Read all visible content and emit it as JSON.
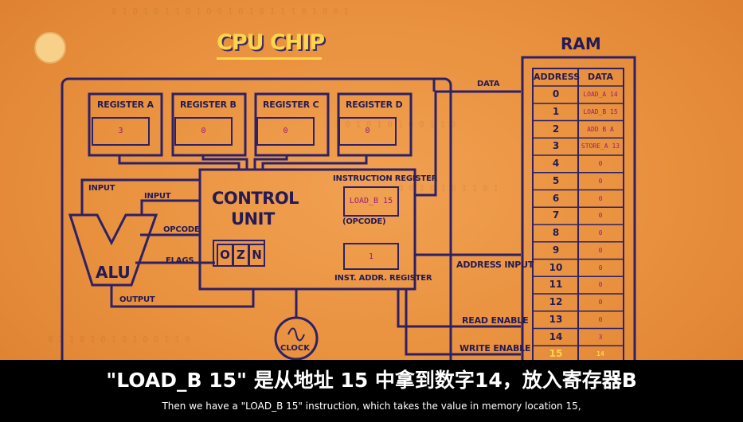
{
  "colors": {
    "background": "#e8903d",
    "wire": "#2c2067",
    "label": "#241a55",
    "value": "#a0187c",
    "highlight": "#ffd54a"
  },
  "logo": {
    "icon": "pbs-digital-logo-icon"
  },
  "title": "CPU CHIP",
  "ram_title": "RAM",
  "labels": {
    "data": "DATA",
    "input_1": "INPUT",
    "input_2": "INPUT",
    "opcode": "OPCODE",
    "flags": "FLAGS",
    "output": "OUTPUT",
    "instruction_register": "INSTRUCTION REGISTER",
    "opcode_paren": "(OPCODE)",
    "inst_addr_register": "INST. ADDR. REGISTER",
    "address_input": "ADDRESS INPUT",
    "read_enable": "READ ENABLE",
    "write_enable": "WRITE ENABLE"
  },
  "registers": [
    {
      "name": "REGISTER A",
      "value": "3"
    },
    {
      "name": "REGISTER B",
      "value": "0"
    },
    {
      "name": "REGISTER C",
      "value": "0"
    },
    {
      "name": "REGISTER D",
      "value": "0"
    }
  ],
  "control_unit": {
    "line1": "CONTROL",
    "line2": "UNIT"
  },
  "instruction_register_value": "LOAD_B 15",
  "inst_addr_register_value": "1",
  "flags": [
    "O",
    "Z",
    "N"
  ],
  "alu_label": "ALU",
  "clock": {
    "label": "CLOCK",
    "icon": "sine-wave-icon"
  },
  "ram": {
    "headers": [
      "ADDRESS",
      "DATA"
    ],
    "highlight_address": "15",
    "rows": [
      {
        "address": "0",
        "data": "LOAD_A 14"
      },
      {
        "address": "1",
        "data": "LOAD_B 15"
      },
      {
        "address": "2",
        "data": "ADD B A"
      },
      {
        "address": "3",
        "data": "STORE_A 13"
      },
      {
        "address": "4",
        "data": "0"
      },
      {
        "address": "5",
        "data": "0"
      },
      {
        "address": "6",
        "data": "0"
      },
      {
        "address": "7",
        "data": "0"
      },
      {
        "address": "8",
        "data": "0"
      },
      {
        "address": "9",
        "data": "0"
      },
      {
        "address": "10",
        "data": "0"
      },
      {
        "address": "11",
        "data": "0"
      },
      {
        "address": "12",
        "data": "0"
      },
      {
        "address": "13",
        "data": "0"
      },
      {
        "address": "14",
        "data": "3"
      },
      {
        "address": "15",
        "data": "14"
      }
    ]
  },
  "subtitles": {
    "chinese": "\"LOAD_B 15\" 是从地址 15 中拿到数字14，放入寄存器B",
    "english": "Then we have a \"LOAD_B 15\" instruction, which takes the value in memory location 15,"
  }
}
